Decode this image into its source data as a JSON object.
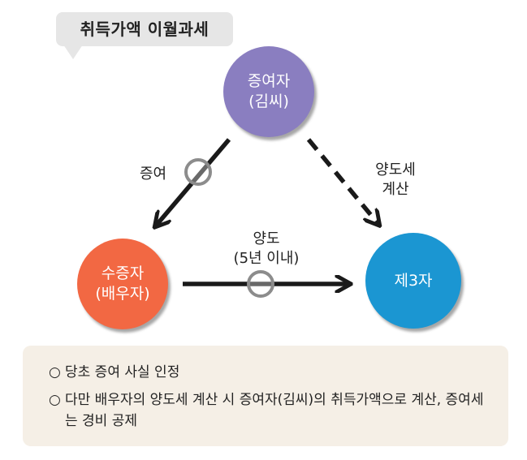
{
  "title": "취득가액 이월과세",
  "nodes": {
    "donor": {
      "line1": "증여자",
      "line2": "(김씨)"
    },
    "recipient": {
      "line1": "수증자",
      "line2": "(배우자)"
    },
    "third": {
      "line1": "제3자"
    }
  },
  "edges": {
    "gift": {
      "label": "증여"
    },
    "transfer": {
      "line1": "양도",
      "line2": "(5년 이내)"
    },
    "tax": {
      "line1": "양도세",
      "line2": "계산"
    }
  },
  "notes": {
    "bullet": "○",
    "items": [
      "당초 증여 사실 인정",
      "다만 배우자의 양도세 계산 시 증여자(김씨)의 취득가액으로 계산, 증여세는 경비 공제"
    ]
  },
  "colors": {
    "donor": "#8a7ec0",
    "recipient": "#f26843",
    "third": "#1b96d2",
    "arrow": "#1a1a1a",
    "ring": "#8c8c8c"
  }
}
